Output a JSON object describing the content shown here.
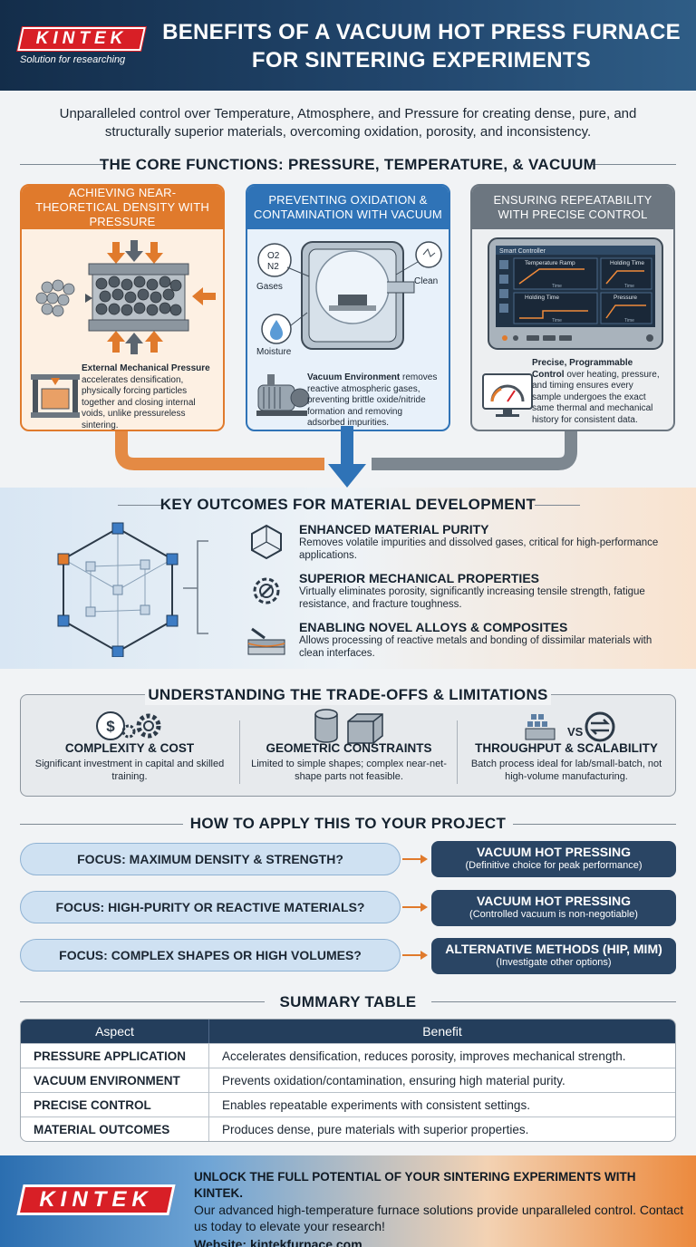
{
  "header": {
    "logo": "KINTEK",
    "tagline": "Solution for researching",
    "title": "BENEFITS OF A VACUUM HOT PRESS FURNACE FOR SINTERING EXPERIMENTS"
  },
  "intro": "Unparalleled control over Temperature, Atmosphere, and Pressure for creating dense, pure, and structurally superior materials, overcoming oxidation, porosity, and inconsistency.",
  "core": {
    "title": "THE CORE FUNCTIONS: PRESSURE, TEMPERATURE, & VACUUM",
    "cards": [
      {
        "title": "ACHIEVING NEAR-THEORETICAL DENSITY WITH PRESSURE",
        "lead": "External Mechanical Pressure",
        "body": " accelerates densification, physically forcing particles together and closing internal voids, unlike pressureless sintering."
      },
      {
        "title": "PREVENTING OXIDATION & CONTAMINATION WITH VACUUM",
        "labels": {
          "o2": "O2",
          "n2": "N2",
          "gases": "Gases",
          "clean": "Clean",
          "moisture": "Moisture"
        },
        "lead": "Vacuum Environment",
        "body": " removes reactive atmospheric gases, preventing brittle oxide/nitride formation and removing adsorbed impurities."
      },
      {
        "title": "ENSURING REPEATABILITY WITH PRECISE CONTROL",
        "screen": {
          "header": "Smart Controller",
          "panels": [
            "Temperature Ramp",
            "Holding Time",
            "Holding Time",
            "Pressure"
          ],
          "axis": [
            "Time",
            "Time",
            "Time",
            "Time"
          ]
        },
        "lead": "Precise, Programmable Control",
        "body": " over heating, pressure, and timing ensures every sample undergoes the exact same thermal and mechanical history for consistent data."
      }
    ]
  },
  "outcomes": {
    "title": "KEY OUTCOMES FOR MATERIAL DEVELOPMENT",
    "items": [
      {
        "title": "ENHANCED MATERIAL PURITY",
        "desc": "Removes volatile impurities and dissolved gases, critical for high-performance applications."
      },
      {
        "title": "SUPERIOR MECHANICAL PROPERTIES",
        "desc": "Virtually eliminates porosity, significantly increasing tensile strength, fatigue resistance, and fracture toughness."
      },
      {
        "title": "ENABLING NOVEL ALLOYS & COMPOSITES",
        "desc": "Allows processing of reactive metals and bonding of dissimilar materials with clean interfaces."
      }
    ]
  },
  "tradeoffs": {
    "title": "UNDERSTANDING THE TRADE-OFFS & LIMITATIONS",
    "vs": "VS",
    "items": [
      {
        "title": "COMPLEXITY & COST",
        "desc": "Significant investment in capital and skilled training."
      },
      {
        "title": "GEOMETRIC CONSTRAINTS",
        "desc": "Limited to simple shapes; complex near-net-shape parts not feasible."
      },
      {
        "title": "THROUGHPUT & SCALABILITY",
        "desc": "Batch process ideal for lab/small-batch, not high-volume manufacturing."
      }
    ]
  },
  "apply": {
    "title": "HOW TO APPLY THIS TO YOUR PROJECT",
    "rows": [
      {
        "focus": "FOCUS: MAXIMUM DENSITY & STRENGTH?",
        "result": "VACUUM HOT PRESSING",
        "note": "(Definitive choice for peak performance)"
      },
      {
        "focus": "FOCUS: HIGH-PURITY OR REACTIVE MATERIALS?",
        "result": "VACUUM HOT PRESSING",
        "note": "(Controlled vacuum is non-negotiable)"
      },
      {
        "focus": "FOCUS: COMPLEX SHAPES OR HIGH VOLUMES?",
        "result": "ALTERNATIVE METHODS (HIP, MIM)",
        "note": "(Investigate other options)"
      }
    ]
  },
  "summary": {
    "title": "SUMMARY TABLE",
    "headers": [
      "Aspect",
      "Benefit"
    ],
    "rows": [
      [
        "PRESSURE APPLICATION",
        "Accelerates densification, reduces porosity, improves mechanical strength."
      ],
      [
        "VACUUM ENVIRONMENT",
        "Prevents oxidation/contamination, ensuring high material purity."
      ],
      [
        "PRECISE CONTROL",
        "Enables repeatable experiments with consistent settings."
      ],
      [
        "MATERIAL OUTCOMES",
        "Produces dense, pure materials with superior properties."
      ]
    ]
  },
  "footer": {
    "logo": "KINTEK",
    "headline": "UNLOCK THE FULL POTENTIAL OF YOUR SINTERING EXPERIMENTS WITH KINTEK.",
    "body": "Our advanced high-temperature furnace solutions provide unparalleled control. Contact us today to elevate your research!",
    "website": "Website: kintekfurnace.com"
  },
  "colors": {
    "navy": "#22476e",
    "orange": "#e07a2c",
    "blue": "#2f73b7",
    "gray": "#6c7680",
    "red": "#d81f26"
  }
}
